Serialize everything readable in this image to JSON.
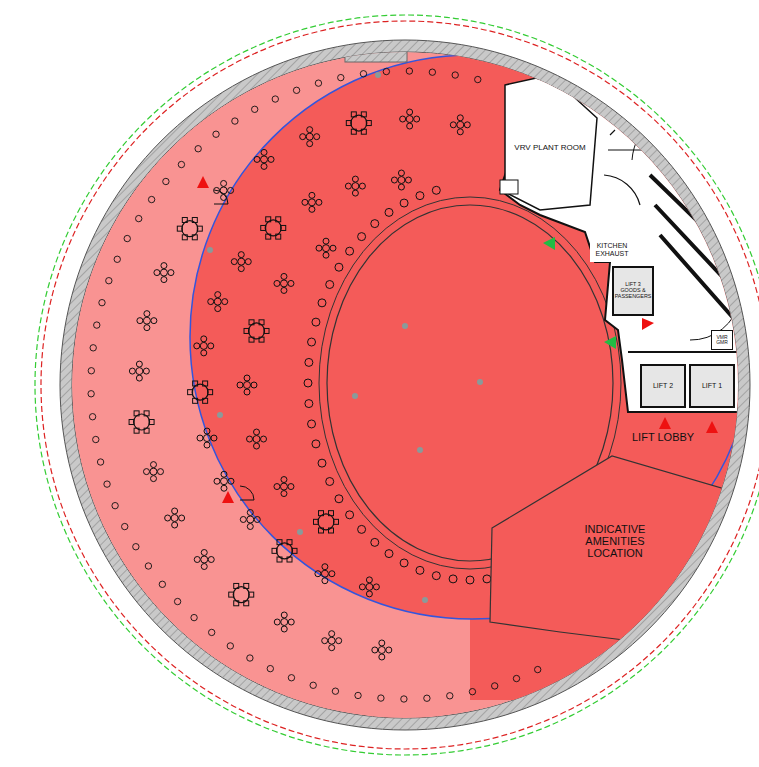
{
  "diagram": {
    "nodes": [
      {
        "text": [
          "VRV PLANT ROOM"
        ]
      },
      {
        "text": [
          "KITCHEN EXHAUST"
        ]
      },
      {
        "text": [
          "LIFT 3 GOODS & PASSENGERS"
        ]
      },
      {
        "text": [
          "LIFT 2"
        ]
      },
      {
        "text": [
          "LIFT 1"
        ]
      },
      {
        "text": [
          "VMR GMR"
        ]
      },
      {
        "text": [
          "INDICATIVE AMENITIES LOCATION"
        ]
      }
    ],
    "labels": [
      "LIFT LOBBY"
    ]
  }
}
